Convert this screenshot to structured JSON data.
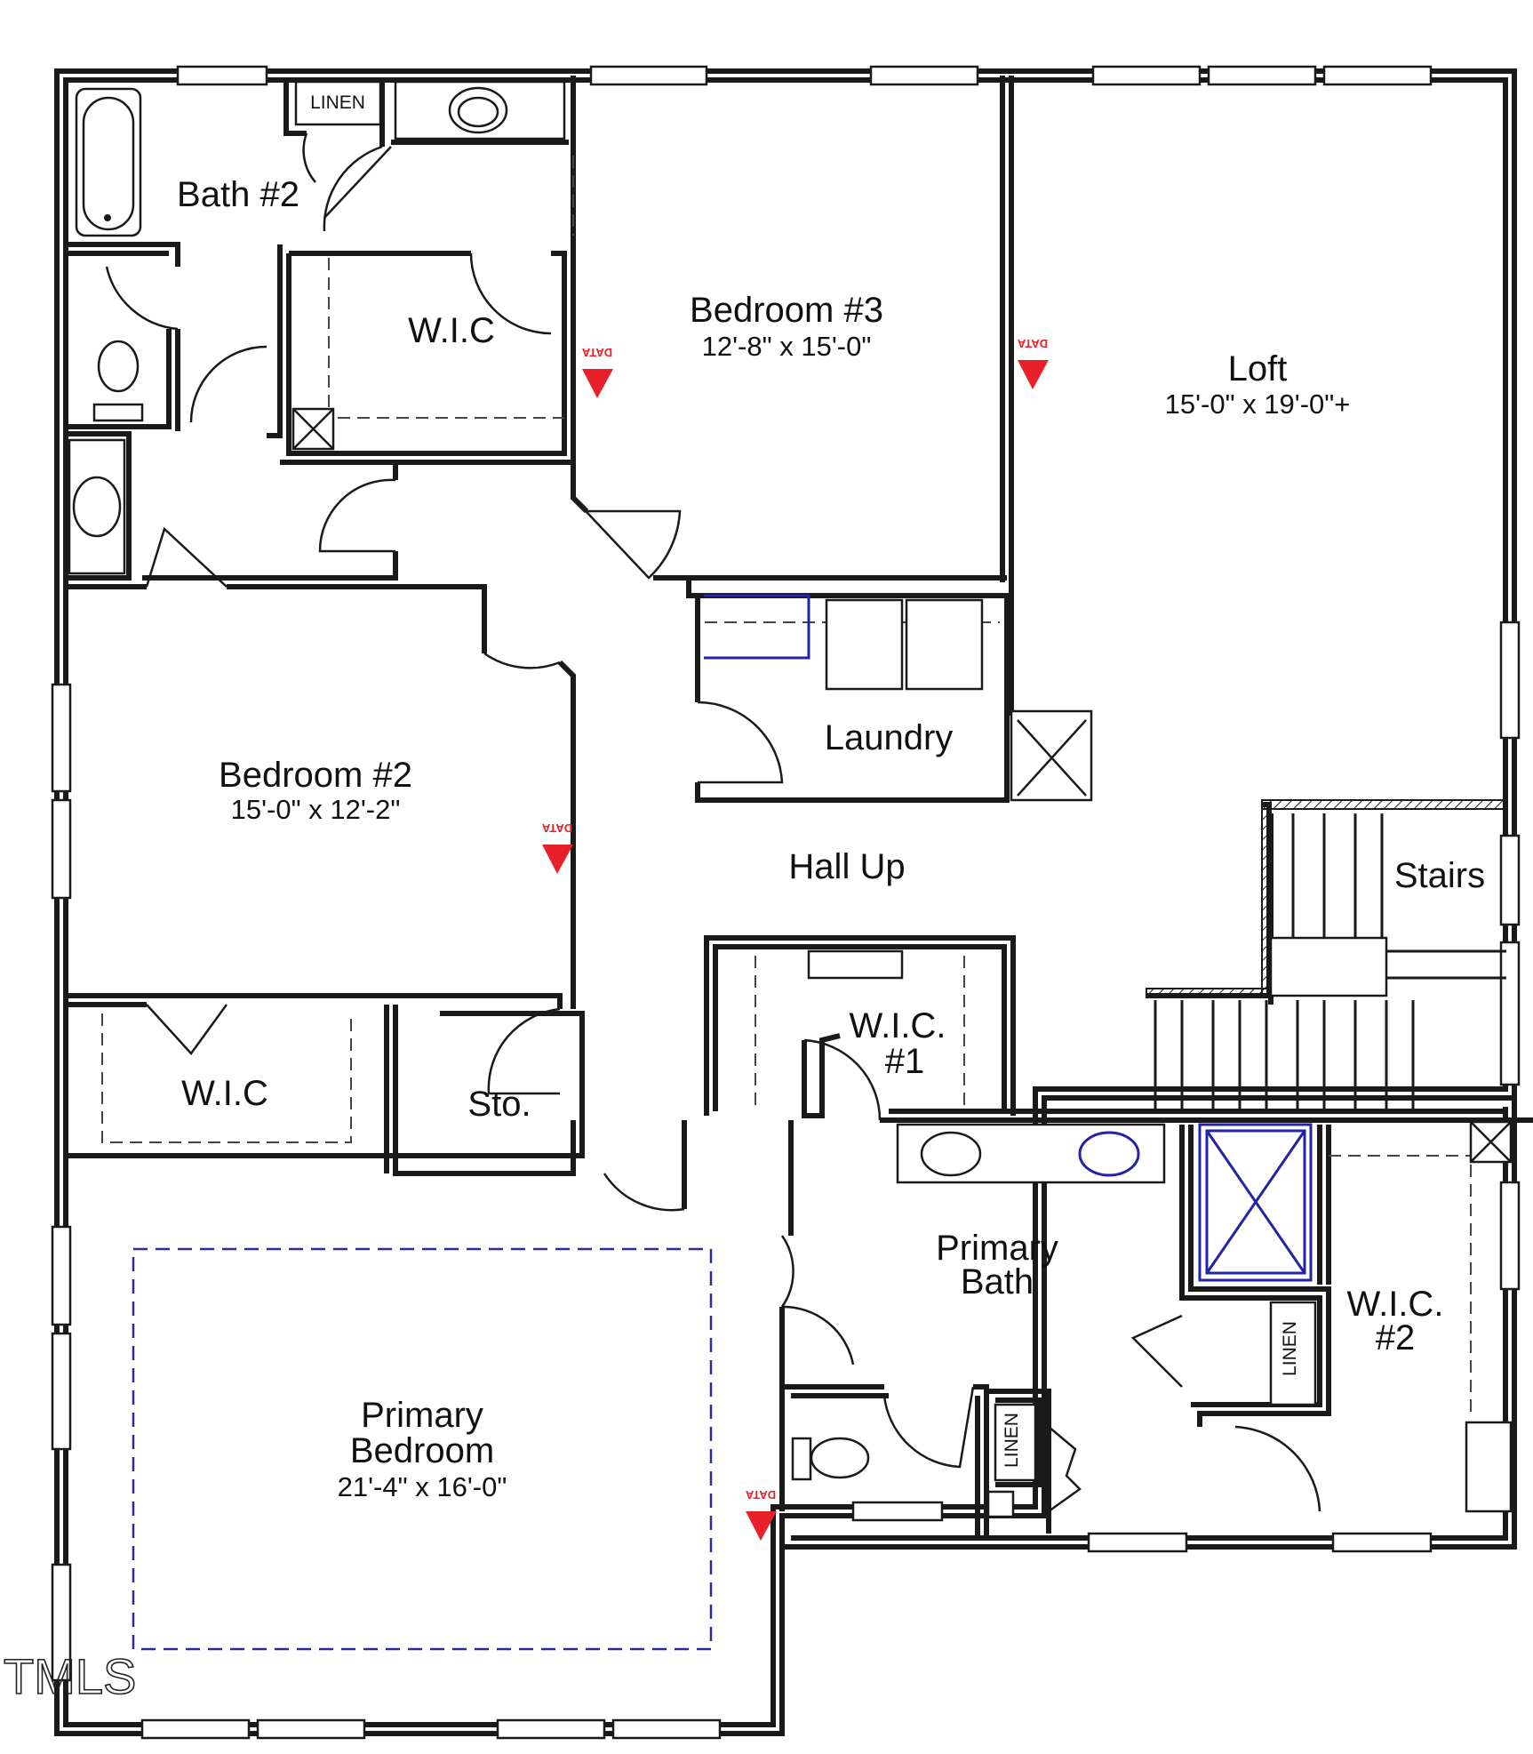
{
  "rooms": {
    "bath2": {
      "name": "Bath #2"
    },
    "linen_top": {
      "name": "LINEN"
    },
    "wic_upper": {
      "name": "W.I.C"
    },
    "bedroom3": {
      "name": "Bedroom #3",
      "dims": "12'-8\" x 15'-0\""
    },
    "loft": {
      "name": "Loft",
      "dims": "15'-0\" x 19'-0\"+"
    },
    "laundry": {
      "name": "Laundry"
    },
    "bedroom2": {
      "name": "Bedroom #2",
      "dims": "15'-0\" x 12'-2\""
    },
    "hall": {
      "name": "Hall Up"
    },
    "stairs": {
      "name": "Stairs"
    },
    "wic_left": {
      "name": "W.I.C"
    },
    "storage": {
      "name": "Sto."
    },
    "wic1": {
      "line1": "W.I.C.",
      "line2": "#1"
    },
    "primary_bath": {
      "line1": "Primary",
      "line2": "Bath"
    },
    "wic2": {
      "line1": "W.I.C.",
      "line2": "#2"
    },
    "linen_bath": {
      "name": "LINEN"
    },
    "linen_hall": {
      "name": "LINEN"
    },
    "primary_bedroom": {
      "line1": "Primary",
      "line2": "Bedroom",
      "dims": "21'-4\" x 16'-0\""
    }
  },
  "data_markers": {
    "label": "DATA"
  },
  "watermark": "TMLS",
  "colors": {
    "walls": "#1a1a1a",
    "data_marker": "#e8202a",
    "ceiling_outline": "#2a2a9a",
    "shower": "#2222aa"
  }
}
